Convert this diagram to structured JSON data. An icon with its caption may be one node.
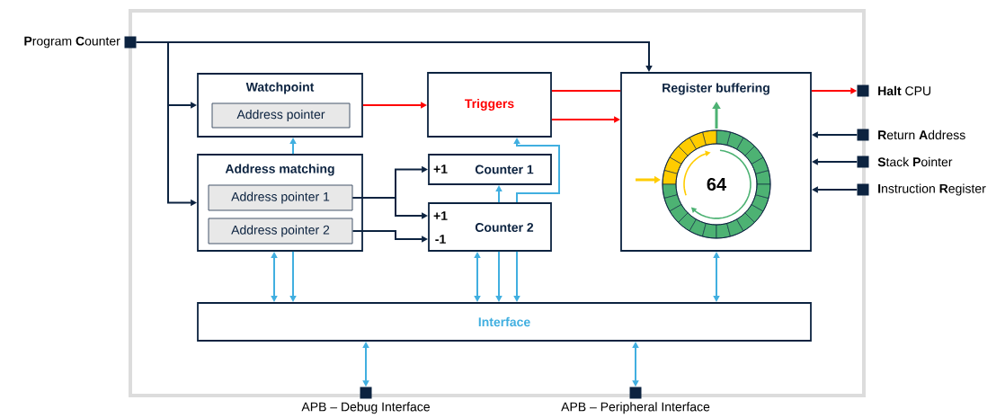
{
  "diagram": {
    "nodes": [
      {
        "text": [],
        "shape": "box",
        "beside": [
          "**P**rogram **C**ounter"
        ]
      },
      {
        "text": [
          "Watchpoint"
        ]
      },
      {
        "text": [
          "Address pointer"
        ],
        "in": 1
      },
      {
        "text": [
          "Triggers"
        ]
      },
      {
        "text": [
          "Register buffering"
        ]
      },
      {
        "text": [
          "64"
        ],
        "in": 4
      },
      {
        "text": [],
        "shape": "box",
        "beside": [
          "**Halt** CPU"
        ]
      },
      {
        "text": [
          "Address matching"
        ]
      },
      {
        "text": [
          "Address pointer 1"
        ],
        "in": 7
      },
      {
        "text": [
          "Address pointer 2"
        ],
        "in": 7
      },
      {
        "text": [
          "+1",
          "Counter 1"
        ]
      },
      {
        "text": [
          "+1",
          "-1",
          "Counter 2"
        ]
      },
      {
        "text": [],
        "shape": "box",
        "beside": [
          "**R**eturn **A**ddress"
        ]
      },
      {
        "text": [],
        "shape": "box",
        "beside": [
          "**S**tack **P**ointer"
        ]
      },
      {
        "text": [],
        "shape": "box",
        "beside": [
          "**I**nstruction **R**egister"
        ]
      },
      {
        "text": [
          "Interface"
        ]
      },
      {
        "text": [],
        "shape": "box",
        "beside": [
          "APB – Debug Interface"
        ]
      },
      {
        "text": [],
        "shape": "box",
        "beside": [
          "APB – Peripheral Interface"
        ]
      }
    ],
    "edges": [
      {
        "from": 0,
        "to": 4,
        "arrow": "to",
        "color": "#0c2340"
      },
      {
        "from": 0,
        "to": 1,
        "arrow": "to",
        "color": "#0c2340"
      },
      {
        "from": 0,
        "to": 7,
        "arrow": "to",
        "color": "#0c2340"
      },
      {
        "from": 1,
        "to": 3,
        "arrow": "to",
        "color": "#ff0000"
      },
      {
        "from": 3,
        "to": 4,
        "arrow": "none",
        "color": "#ff0000"
      },
      {
        "from": 3,
        "to": 4,
        "arrow": "to",
        "color": "#ff0000"
      },
      {
        "from": 4,
        "to": 6,
        "arrow": "to",
        "color": "#ff0000"
      },
      {
        "from": 12,
        "to": 4,
        "arrow": "to",
        "color": "#0c2340"
      },
      {
        "from": 13,
        "to": 4,
        "arrow": "to",
        "color": "#0c2340"
      },
      {
        "from": 14,
        "to": 4,
        "arrow": "to",
        "color": "#0c2340"
      },
      {
        "from": 8,
        "to": 10,
        "arrow": "to",
        "color": "#0c2340"
      },
      {
        "from": 8,
        "to": 11,
        "arrow": "to",
        "color": "#0c2340"
      },
      {
        "from": 9,
        "to": 11,
        "arrow": "to",
        "color": "#0c2340"
      },
      {
        "from": 7,
        "to": 1,
        "arrow": "to"
      },
      {
        "from": 7,
        "to": 15,
        "arrow": "both"
      },
      {
        "from": 7,
        "to": 15,
        "arrow": "to"
      },
      {
        "from": 11,
        "to": 10,
        "arrow": "to"
      },
      {
        "from": 11,
        "to": 3,
        "arrow": "to"
      },
      {
        "from": 11,
        "to": 15,
        "arrow": "both"
      },
      {
        "from": 11,
        "to": 15,
        "arrow": "to"
      },
      {
        "from": 11,
        "to": 15,
        "arrow": "to"
      },
      {
        "from": 4,
        "to": 15,
        "arrow": "both"
      },
      {
        "from": 15,
        "to": 16,
        "arrow": "both"
      },
      {
        "from": 15,
        "to": 17,
        "arrow": "both"
      }
    ]
  }
}
